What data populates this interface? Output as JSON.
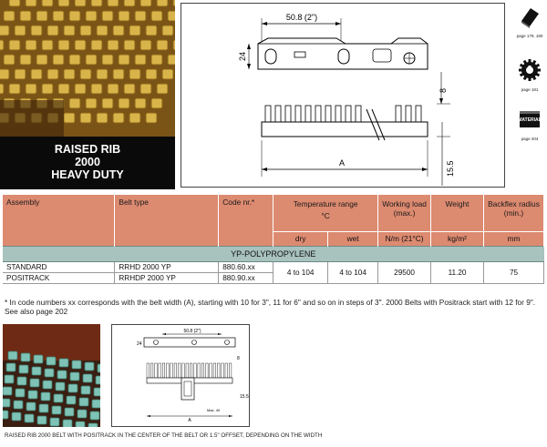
{
  "product": {
    "title_line1": "RAISED RIB",
    "title_line2": "2000",
    "title_line3": "HEAVY DUTY"
  },
  "drawing_top": {
    "dim_pitch": "50.8  (2\")",
    "dim_height": "24",
    "dim_rib": "8",
    "dim_width": "A",
    "dim_total": "15.5"
  },
  "page_refs": [
    {
      "icon": "belt-module-icon",
      "label": "page 179, 180"
    },
    {
      "icon": "sprocket-icon",
      "label": "page 181"
    },
    {
      "icon": "material-icon",
      "icon_text": "MATERIAL",
      "label": "page 204"
    }
  ],
  "table": {
    "headers": {
      "assembly": "Assembly",
      "belt_type": "Belt type",
      "code": "Code nr.*",
      "temp": "Temperature range",
      "temp_unit": "°C",
      "temp_dry": "dry",
      "temp_wet": "wet",
      "load": "Working load (max.)",
      "load_unit": "N/m (21°C)",
      "weight": "Weight",
      "weight_unit": "kg/m²",
      "backflex": "Backflex radius (min.)",
      "backflex_unit": "mm"
    },
    "material": "YP-POLYPROPYLENE",
    "rows": [
      {
        "assembly": "STANDARD",
        "belt_type": "RRHD 2000 YP",
        "code": "880.60.xx"
      },
      {
        "assembly": "POSITRACK",
        "belt_type": "RRHDP 2000 YP",
        "code": "880.90.xx"
      }
    ],
    "shared": {
      "temp_dry": "4 to 104",
      "temp_wet": "4 to 104",
      "load": "29500",
      "weight": "11.20",
      "backflex": "75"
    }
  },
  "footnote": "* In code numbers xx corresponds with the belt width (A), starting with 10 for 3\", 11 for 6\" and so on in steps of 3\". 2000 Belts with Positrack start with 12 for 9\". See also page 202",
  "drawing_bottom": {
    "dim_pitch": "50.8  (2\")",
    "dim_height": "24",
    "dim_rib": "8",
    "dim_total": "15.5",
    "dim_max": "Max. 40",
    "dim_width": "A"
  },
  "caption": "RAISED RIB 2000 BELT WITH POSITRACK IN THE CENTER OF THE BELT OR 1.5\" OFFSET, DEPENDING ON THE WIDTH",
  "colors": {
    "header_bg": "#dc8a70",
    "material_bg": "#a8c2bd",
    "title_bg": "#0a0a0a",
    "belt_yellow": "#d9b44a",
    "belt_green": "#7fc3b6"
  }
}
